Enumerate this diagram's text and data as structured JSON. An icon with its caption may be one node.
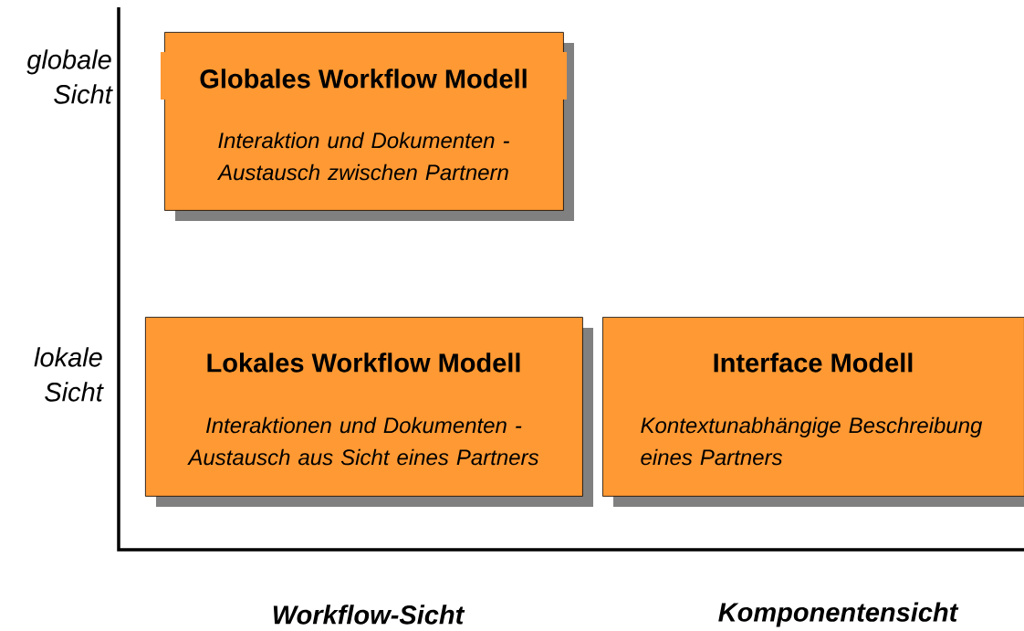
{
  "diagram": {
    "nodes": [
      {
        "text": [
          "Globales Workflow Modell",
          "Interaktion und Dokumenten - Austausch zwischen Partnern"
        ]
      },
      {
        "text": [
          "Lokales Workflow Modell",
          "Interaktionen und Dokumenten - Austausch aus Sicht eines Partners"
        ]
      },
      {
        "text": [
          "Interface Modell",
          "Kontextunabhängige Beschreibung eines Partners"
        ]
      }
    ],
    "labels": [
      "globale Sicht",
      "lokale Sicht",
      "Workflow-Sicht",
      "Komponentensicht"
    ]
  }
}
